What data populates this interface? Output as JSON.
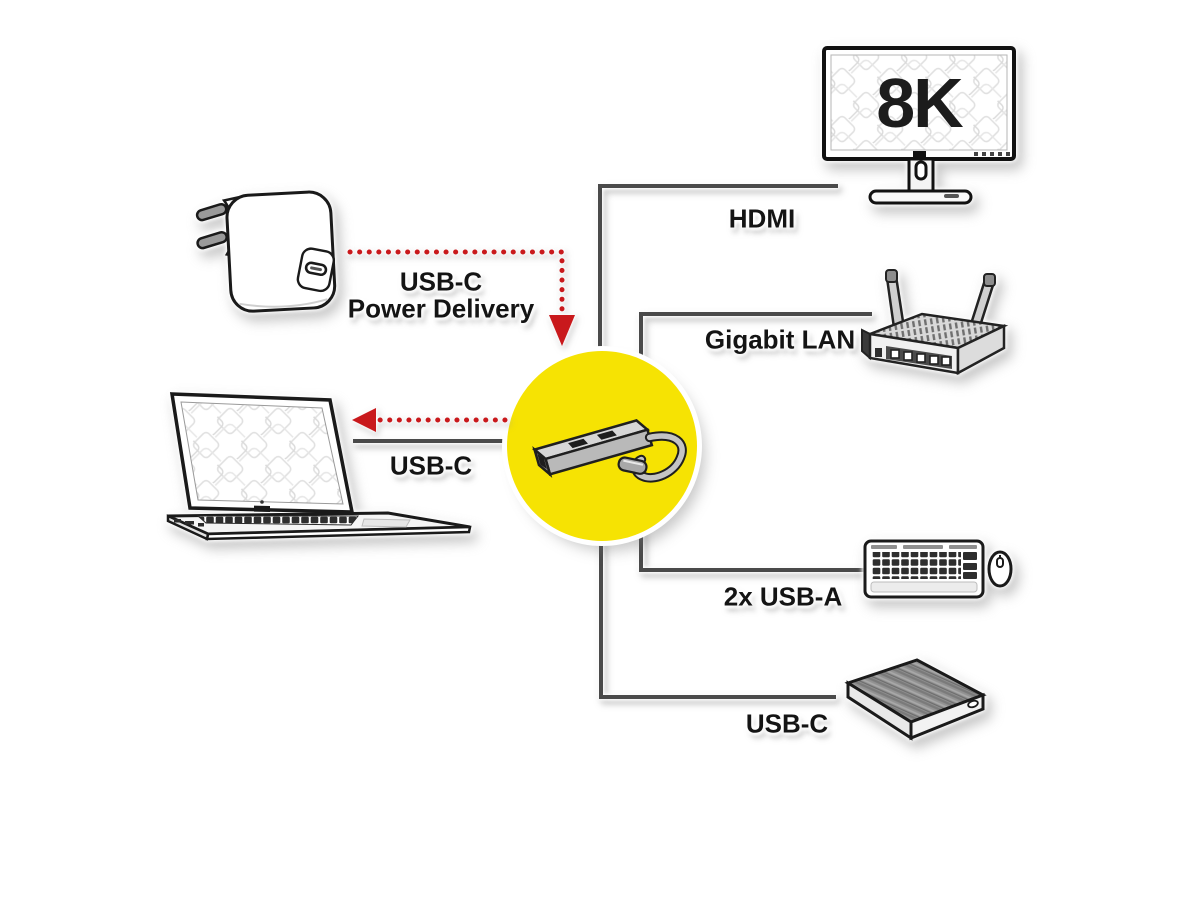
{
  "colors": {
    "background": "#ffffff",
    "hub_highlight_yellow": "#F6E303",
    "connector_line_gray": "#4A4A4A",
    "arrow_red": "#C9191C",
    "label_text": "#141414"
  },
  "hub": {
    "icon": "usb-c-hub-icon",
    "description_visible": false
  },
  "monitor": {
    "screen_text": "8K"
  },
  "connections": [
    {
      "label": "HDMI",
      "device_icon": "monitor-8k-icon",
      "line": "solid-gray"
    },
    {
      "label": "Gigabit LAN",
      "device_icon": "wifi-router-icon",
      "line": "solid-gray"
    },
    {
      "label": "2x USB-A",
      "device_icon": "keyboard-mouse-icon",
      "line": "solid-gray"
    },
    {
      "label": "USB-C",
      "device_icon": "external-drive-icon",
      "line": "solid-gray"
    },
    {
      "label": "USB-C",
      "device_icon": "laptop-icon",
      "line": "solid-gray-plus-red-dotted-arrow"
    },
    {
      "label_line1": "USB-C",
      "label_line2": "Power Delivery",
      "device_icon": "power-adapter-icon",
      "line": "red-dotted-arrow"
    }
  ]
}
